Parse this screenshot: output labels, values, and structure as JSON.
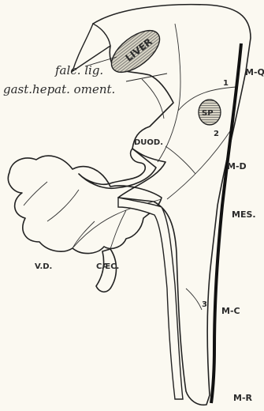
{
  "labels": {
    "liver": "LIVER",
    "spleen": "SP",
    "falc_lig": "falc. lig.",
    "gast_hepat_oment": "gast.hepat. oment.",
    "duod": "DUOD.",
    "m_q": "M-Q",
    "m_d": "M-D",
    "mes": "MES.",
    "m_c": "M-C",
    "m_r": "M-R",
    "v_d": "V.D.",
    "caec": "CÆC.",
    "num1": "1",
    "num2": "2",
    "num3": "3"
  }
}
